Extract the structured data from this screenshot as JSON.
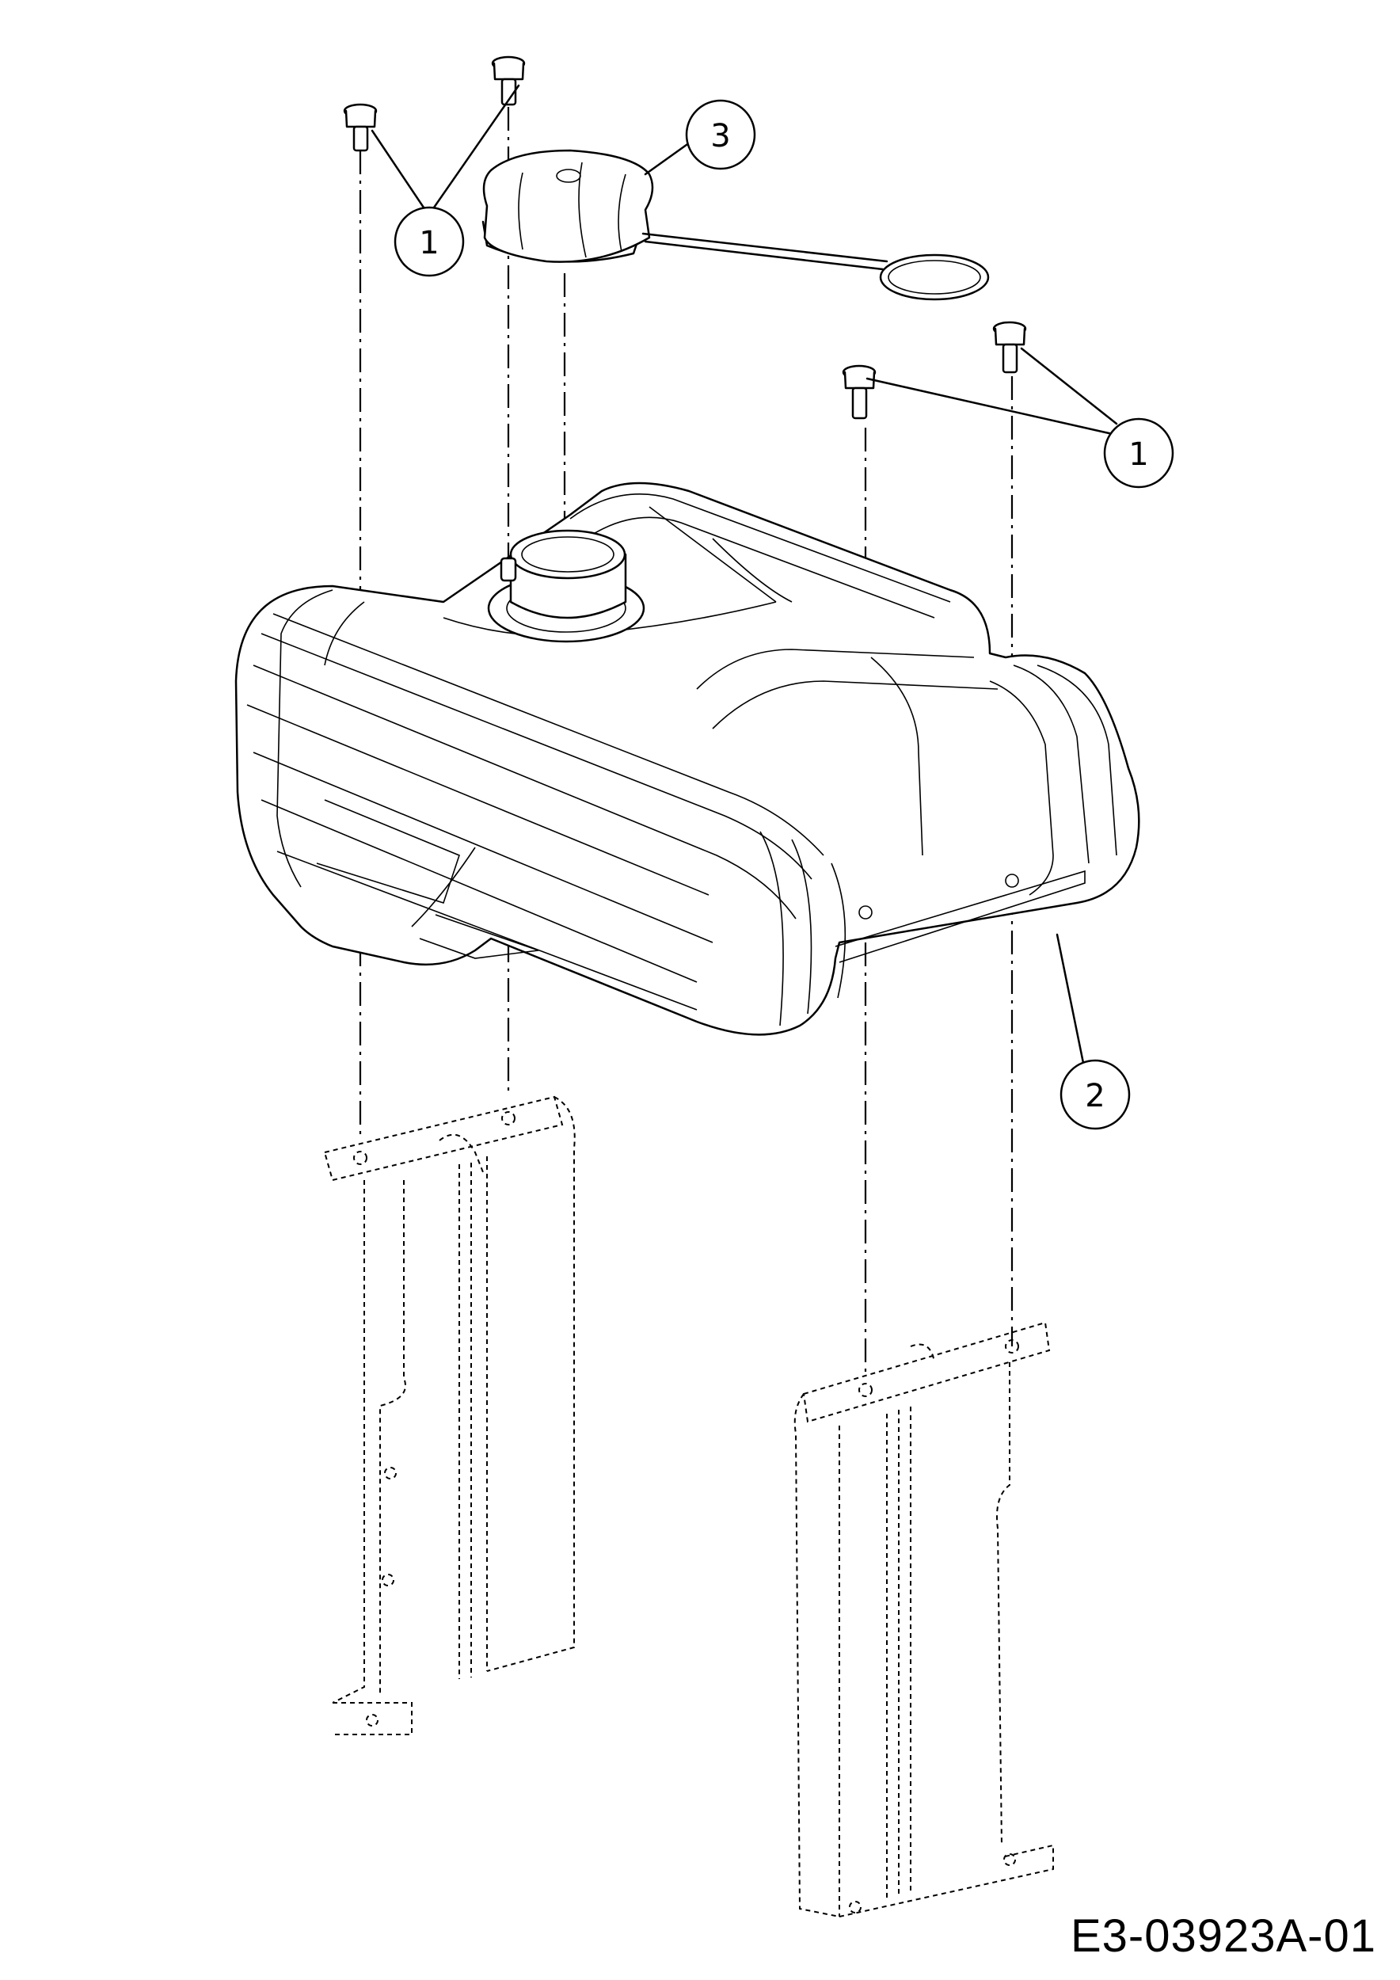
{
  "drawing_number": "E3-03923A-01",
  "callouts": [
    {
      "id": "callout-1-top",
      "label": "1"
    },
    {
      "id": "callout-1-right",
      "label": "1"
    },
    {
      "id": "callout-2",
      "label": "2"
    },
    {
      "id": "callout-3",
      "label": "3"
    }
  ],
  "colors": {
    "line": "#000000",
    "background": "#ffffff"
  }
}
